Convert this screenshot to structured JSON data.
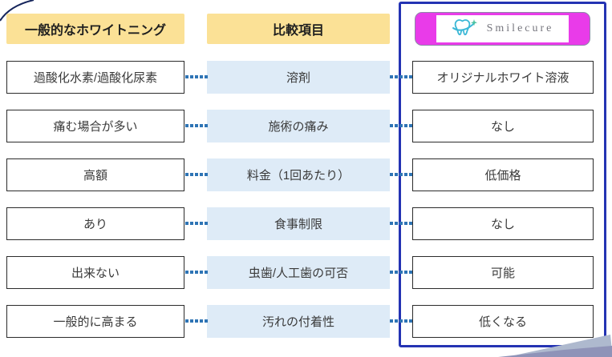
{
  "colors": {
    "header_bg": "#FBE196",
    "item_bg": "#DEEBF7",
    "dot": "#2E74B5",
    "frame": "#2433B3",
    "brand_magenta": "#E93BE9",
    "tooth": "#3AB7D6",
    "sparkle": "#4FC3A1",
    "brand_text": "#77777F"
  },
  "headers": {
    "left": "一般的なホワイトニング",
    "middle": "比較項目"
  },
  "brand": {
    "name": "Smilecure"
  },
  "rows": [
    {
      "left": "過酸化水素/過酸化尿素",
      "item": "溶剤",
      "right": "オリジナルホワイト溶液"
    },
    {
      "left": "痛む場合が多い",
      "item": "施術の痛み",
      "right": "なし"
    },
    {
      "left": "高額",
      "item": "料金（1回あたり）",
      "right": "低価格"
    },
    {
      "left": "あり",
      "item": "食事制限",
      "right": "なし"
    },
    {
      "left": "出来ない",
      "item": "虫歯/人工歯の可否",
      "right": "可能"
    },
    {
      "left": "一般的に高まる",
      "item": "汚れの付着性",
      "right": "低くなる"
    }
  ]
}
